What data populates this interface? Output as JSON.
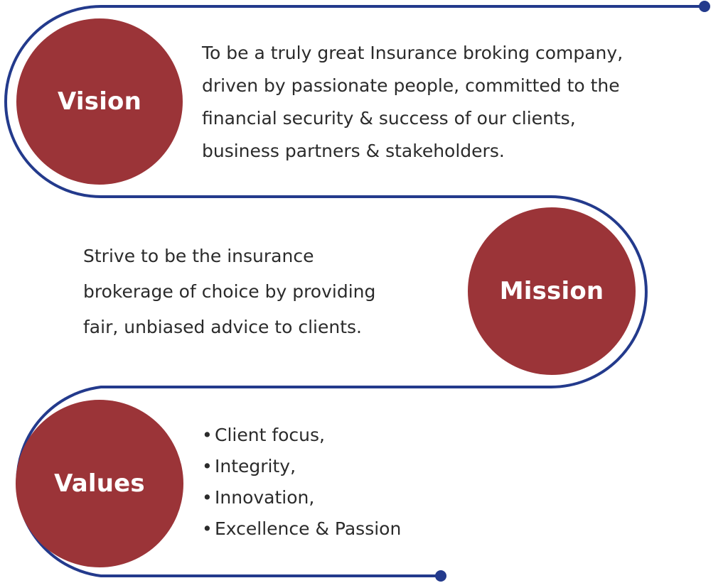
{
  "colors": {
    "circle_fill": "#9b3438",
    "line": "#233a8c",
    "text": "#2b2b2b"
  },
  "sections": {
    "vision": {
      "label": "Vision",
      "lines": [
        "To be a truly great Insurance broking company,",
        "driven by passionate people, committed to the",
        "financial security & success of our clients,",
        "business partners & stakeholders."
      ]
    },
    "mission": {
      "label": "Mission",
      "lines": [
        "Strive to be the insurance",
        "brokerage of choice by providing",
        "fair, unbiased advice to clients."
      ]
    },
    "values": {
      "label": "Values",
      "items": [
        "Client focus,",
        "Integrity,",
        "Innovation,",
        "Excellence & Passion"
      ]
    }
  }
}
